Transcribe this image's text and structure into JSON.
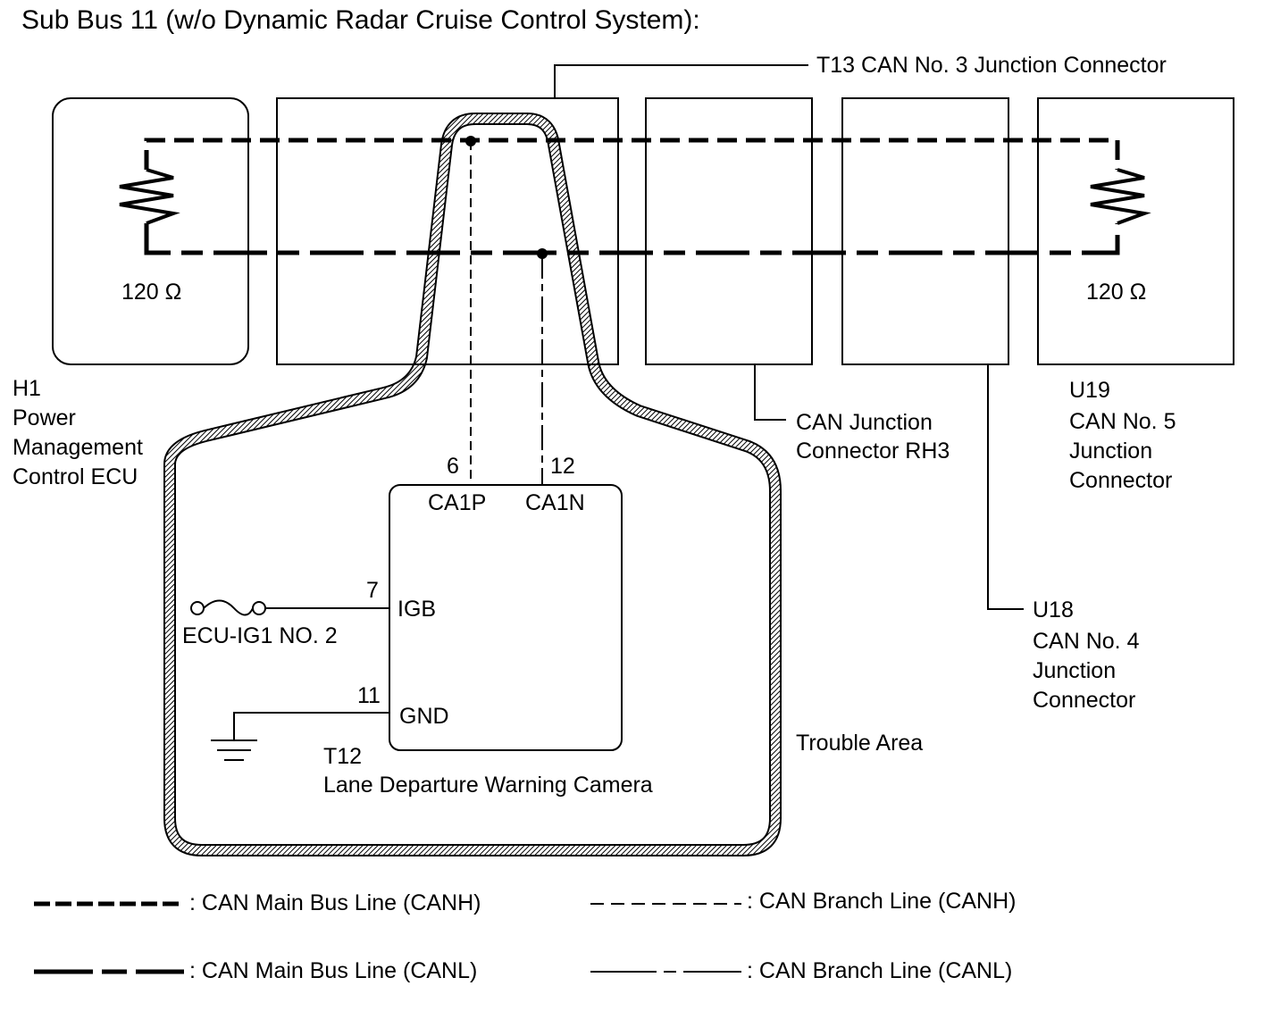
{
  "title": "Sub Bus 11 (w/o Dynamic Radar Cruise Control System):",
  "components": {
    "h1": {
      "code": "H1",
      "name_lines": [
        "Power",
        "Management",
        "Control ECU"
      ],
      "resistor": "120 Ω"
    },
    "t13": {
      "label": "T13 CAN No. 3 Junction Connector"
    },
    "rh3": {
      "name_lines": [
        "CAN Junction",
        "Connector RH3"
      ]
    },
    "u18": {
      "code": "U18",
      "name_lines": [
        "CAN No. 4",
        "Junction",
        "Connector"
      ]
    },
    "u19": {
      "code": "U19",
      "name_lines": [
        "CAN No. 5",
        "Junction",
        "Connector"
      ],
      "resistor": "120 Ω"
    },
    "t12": {
      "code": "T12",
      "name": "Lane Departure Warning Camera",
      "pins": [
        {
          "number": "6",
          "name": "CA1P"
        },
        {
          "number": "12",
          "name": "CA1N"
        },
        {
          "number": "7",
          "name": "IGB"
        },
        {
          "number": "11",
          "name": "GND"
        }
      ]
    },
    "fuse": {
      "label": "ECU-IG1 NO. 2"
    }
  },
  "trouble_area": {
    "label": "Trouble Area"
  },
  "legend": [
    {
      "style": "main-canh",
      "label": ": CAN Main Bus Line (CANH)"
    },
    {
      "style": "branch-canh",
      "label": ": CAN Branch Line (CANH)"
    },
    {
      "style": "main-canl",
      "label": ": CAN Main Bus Line (CANL)"
    },
    {
      "style": "branch-canl",
      "label": ": CAN Branch Line (CANL)"
    }
  ]
}
